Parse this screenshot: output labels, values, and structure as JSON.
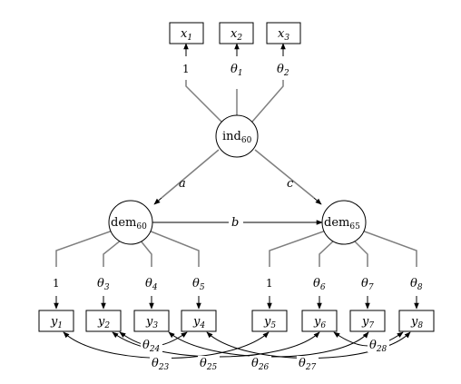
{
  "observed": {
    "x": [
      {
        "name": "x",
        "sub": "1"
      },
      {
        "name": "x",
        "sub": "2"
      },
      {
        "name": "x",
        "sub": "3"
      }
    ],
    "y": [
      {
        "name": "y",
        "sub": "1"
      },
      {
        "name": "y",
        "sub": "2"
      },
      {
        "name": "y",
        "sub": "3"
      },
      {
        "name": "y",
        "sub": "4"
      },
      {
        "name": "y",
        "sub": "5"
      },
      {
        "name": "y",
        "sub": "6"
      },
      {
        "name": "y",
        "sub": "7"
      },
      {
        "name": "y",
        "sub": "8"
      }
    ]
  },
  "latent": {
    "ind": {
      "name": "ind",
      "sub": "60"
    },
    "dem60": {
      "name": "dem",
      "sub": "60"
    },
    "dem65": {
      "name": "dem",
      "sub": "65"
    }
  },
  "loadings": {
    "ind": [
      "1",
      "θ",
      "θ"
    ],
    "ind_sub": [
      "",
      "1",
      "2"
    ],
    "dem60": [
      "1",
      "θ",
      "θ",
      "θ"
    ],
    "dem60_sub": [
      "",
      "3",
      "4",
      "5"
    ],
    "dem65": [
      "1",
      "θ",
      "θ",
      "θ"
    ],
    "dem65_sub": [
      "",
      "6",
      "7",
      "8"
    ]
  },
  "paths": {
    "a": "a",
    "b": "b",
    "c": "c"
  },
  "covariances": [
    {
      "name": "θ",
      "sub": "23"
    },
    {
      "name": "θ",
      "sub": "24"
    },
    {
      "name": "θ",
      "sub": "25"
    },
    {
      "name": "θ",
      "sub": "26"
    },
    {
      "name": "θ",
      "sub": "27"
    },
    {
      "name": "θ",
      "sub": "28"
    }
  ]
}
